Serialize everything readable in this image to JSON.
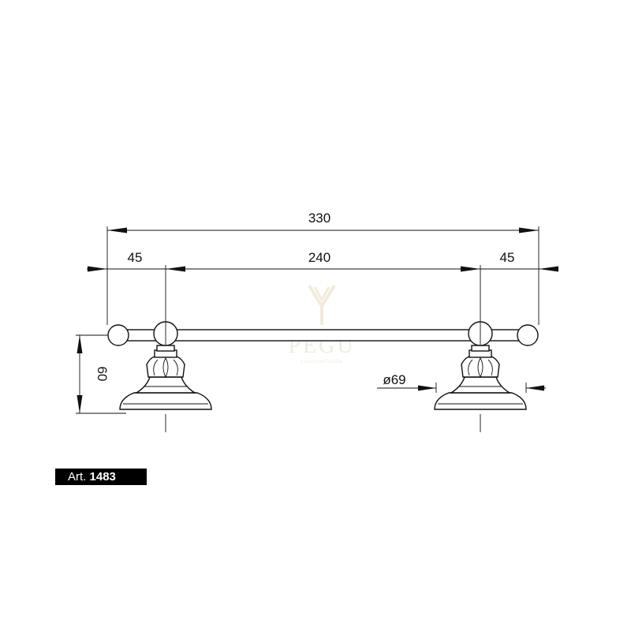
{
  "dimensions": {
    "overall_length": "330",
    "left_offset": "45",
    "center_distance": "240",
    "right_offset": "45",
    "height": "60",
    "base_diameter": "ø69"
  },
  "watermark": {
    "brand": "PEGU",
    "tagline": "Luxurious Fashion"
  },
  "article": {
    "prefix": "Art.",
    "number": "1483"
  },
  "colors": {
    "ink": "#111111",
    "label_background": "#000000",
    "label_text": "#ffffff",
    "watermark": "#e8dcc3"
  }
}
